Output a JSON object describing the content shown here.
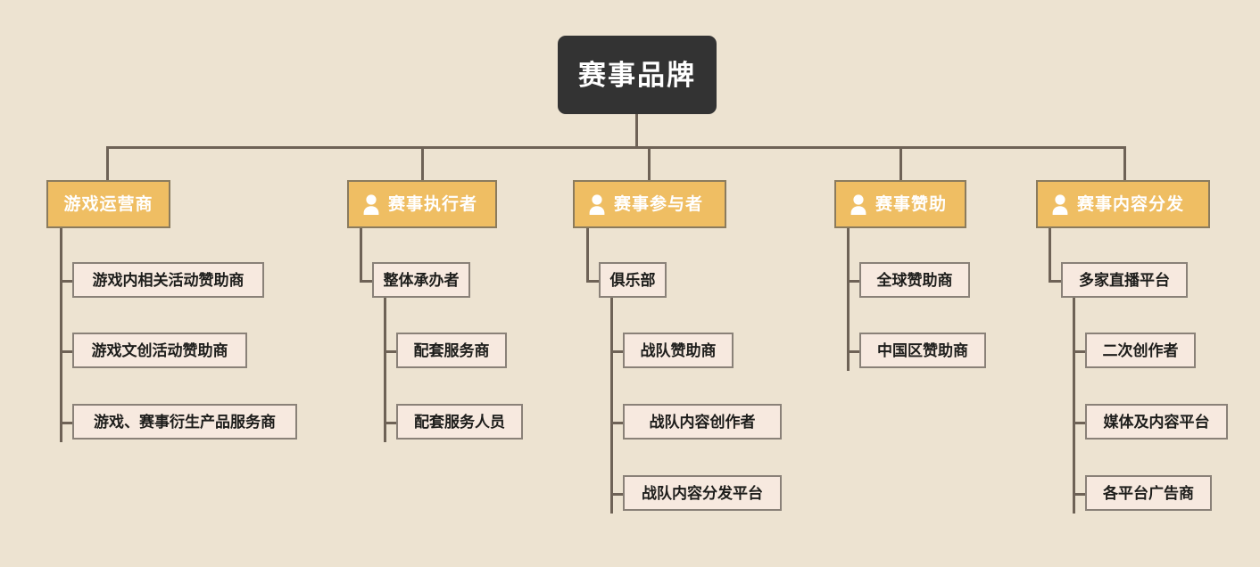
{
  "diagram": {
    "title": "赛事品牌",
    "background_color": "#ede3d1",
    "connector_color": "#6e6256",
    "root": {
      "label": "赛事品牌",
      "fill": "#333333",
      "text_color": "#ffffff"
    },
    "branch_fill": "#efbe63",
    "branch_text_color": "#ffffff",
    "leaf_fill": "#f7e9df",
    "leaf_text_color": "#1d1d1b",
    "branches": [
      {
        "label": "游戏运营商",
        "icon": "",
        "has_icon": false,
        "children": [
          {
            "label": "游戏内相关活动赞助商",
            "level": 1
          },
          {
            "label": "游戏文创活动赞助商",
            "level": 1
          },
          {
            "label": "游戏、赛事衍生产品服务商",
            "level": 1
          }
        ]
      },
      {
        "label": "赛事执行者",
        "icon": "person-icon",
        "has_icon": true,
        "children": [
          {
            "label": "整体承办者",
            "level": 1
          },
          {
            "label": "配套服务商",
            "level": 2
          },
          {
            "label": "配套服务人员",
            "level": 2
          }
        ]
      },
      {
        "label": "赛事参与者",
        "icon": "person-icon",
        "has_icon": true,
        "children": [
          {
            "label": "俱乐部",
            "level": 1
          },
          {
            "label": "战队赞助商",
            "level": 2
          },
          {
            "label": "战队内容创作者",
            "level": 2
          },
          {
            "label": "战队内容分发平台",
            "level": 2
          }
        ]
      },
      {
        "label": "赛事赞助",
        "icon": "person-icon",
        "has_icon": true,
        "children": [
          {
            "label": "全球赞助商",
            "level": 1
          },
          {
            "label": "中国区赞助商",
            "level": 1
          }
        ]
      },
      {
        "label": "赛事内容分发",
        "icon": "person-icon",
        "has_icon": true,
        "children": [
          {
            "label": "多家直播平台",
            "level": 1
          },
          {
            "label": "二次创作者",
            "level": 2
          },
          {
            "label": "媒体及内容平台",
            "level": 2
          },
          {
            "label": "各平台广告商",
            "level": 2
          }
        ]
      }
    ]
  }
}
